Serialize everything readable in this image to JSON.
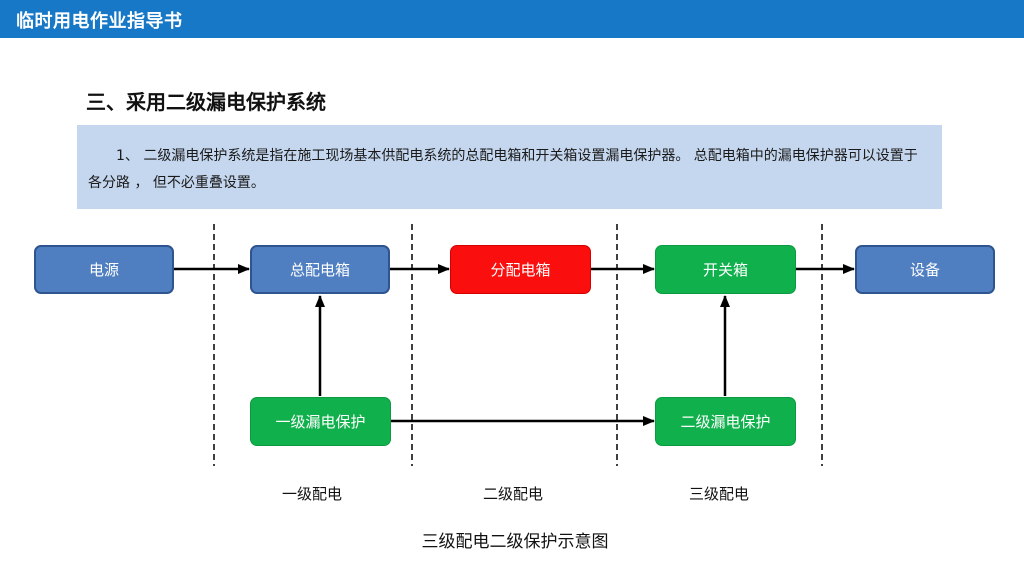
{
  "header": {
    "title": "临时用电作业指导书"
  },
  "section": {
    "title": "三、采用二级漏电保护系统",
    "description": "1、 二级漏电保护系统是指在施工现场基本供配电系统的总配电箱和开关箱设置漏电保护器。 总配电箱中的漏电保护器可以设置于各分路 ， 但不必重叠设置。"
  },
  "diagram": {
    "nodes": {
      "power_source": "电源",
      "main_distribution_box": "总配电箱",
      "sub_distribution_box": "分配电箱",
      "switch_box": "开关箱",
      "equipment": "设备",
      "level1_leakage_protection": "一级漏电保护",
      "level2_leakage_protection": "二级漏电保护"
    },
    "levels": [
      "一级配电",
      "二级配电",
      "三级配电"
    ],
    "caption": "三级配电二级保护示意图",
    "colors": {
      "header": "#1678c6",
      "description_bg": "#c5d7ef",
      "blue_node": "#4f7fc1",
      "red_node": "#fb0e0e",
      "green_node": "#10b04c"
    }
  }
}
